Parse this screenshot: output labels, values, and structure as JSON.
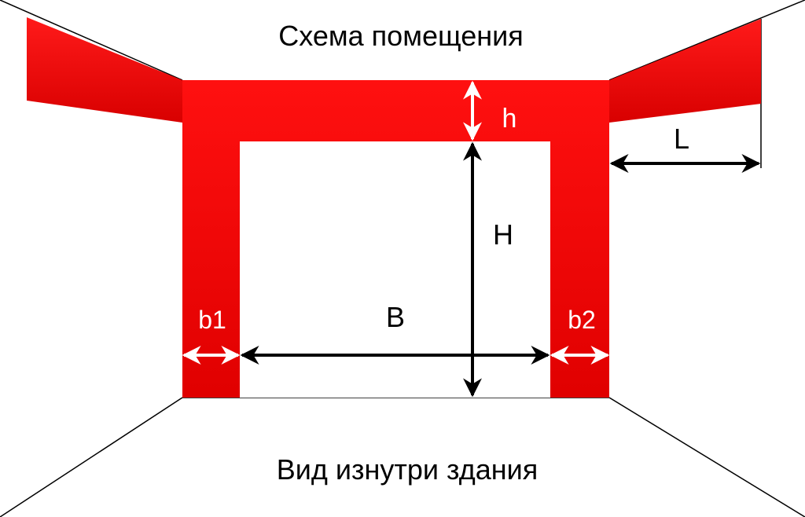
{
  "title": "Схема помещения",
  "subtitle": "Вид изнутри здания",
  "dimensions": {
    "h": "h",
    "H": "H",
    "B": "B",
    "L": "L",
    "b1": "b1",
    "b2": "b2"
  },
  "colors": {
    "wall_red": "#ee0000",
    "wall_red_light": "#ff1a1a",
    "arrow_black": "#000000",
    "arrow_white": "#ffffff",
    "line": "#000000",
    "background": "#ffffff"
  }
}
